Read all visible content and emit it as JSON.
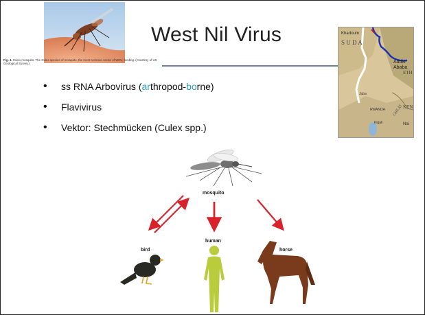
{
  "slide": {
    "title": "West Nil Virus",
    "caption_bold": "Fig. 4.",
    "caption_text": "Culex mosquito. The Culex species of mosquito, the most common vector of WNV, feeding. (Courtesy of US Geological Survey.)",
    "bullets": [
      {
        "pre": "ss RNA Arbovirus (",
        "h1": "ar",
        "mid": "thropod-",
        "h2": "bo",
        "post": "rne)"
      },
      {
        "text": "Flavivirus"
      },
      {
        "text": "Vektor: Stechmücken (Culex spp.)"
      }
    ],
    "map_labels": {
      "khartoum": "Khartoum",
      "sudan": "S U D A",
      "addis": "Addis",
      "ababa": "Ababa",
      "eth": "ETH",
      "juba": "Juba",
      "rwanda": "RWANDA",
      "kigali": "Kigali",
      "great": "GREAT",
      "ken": "KEN",
      "nai": "Nai"
    },
    "diagram": {
      "mosquito": "mosquito",
      "bird": "bird",
      "human": "human",
      "horse": "horse"
    },
    "colors": {
      "highlight": "#2a9fbf",
      "arrow": "#d8232a",
      "human_fill": "#b8cc3c",
      "horse_fill": "#7a3b1d",
      "bird_fill": "#2a2a24",
      "rule": "#6a7fa3"
    }
  }
}
